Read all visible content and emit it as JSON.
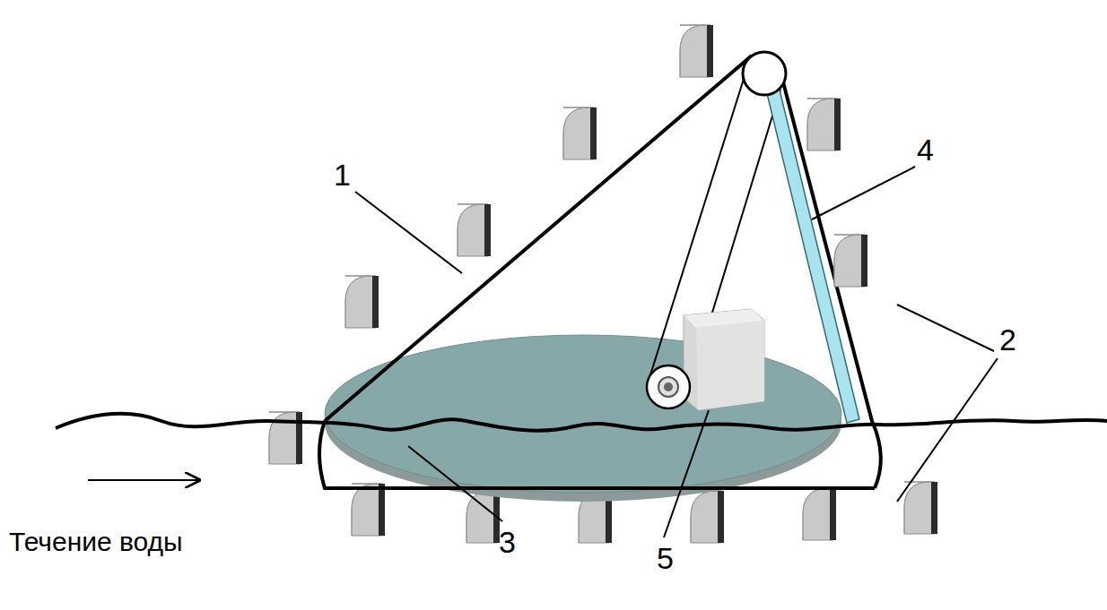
{
  "diagram": {
    "labels": [
      "1",
      "4",
      "2",
      "3",
      "5",
      "Течение воды"
    ]
  }
}
